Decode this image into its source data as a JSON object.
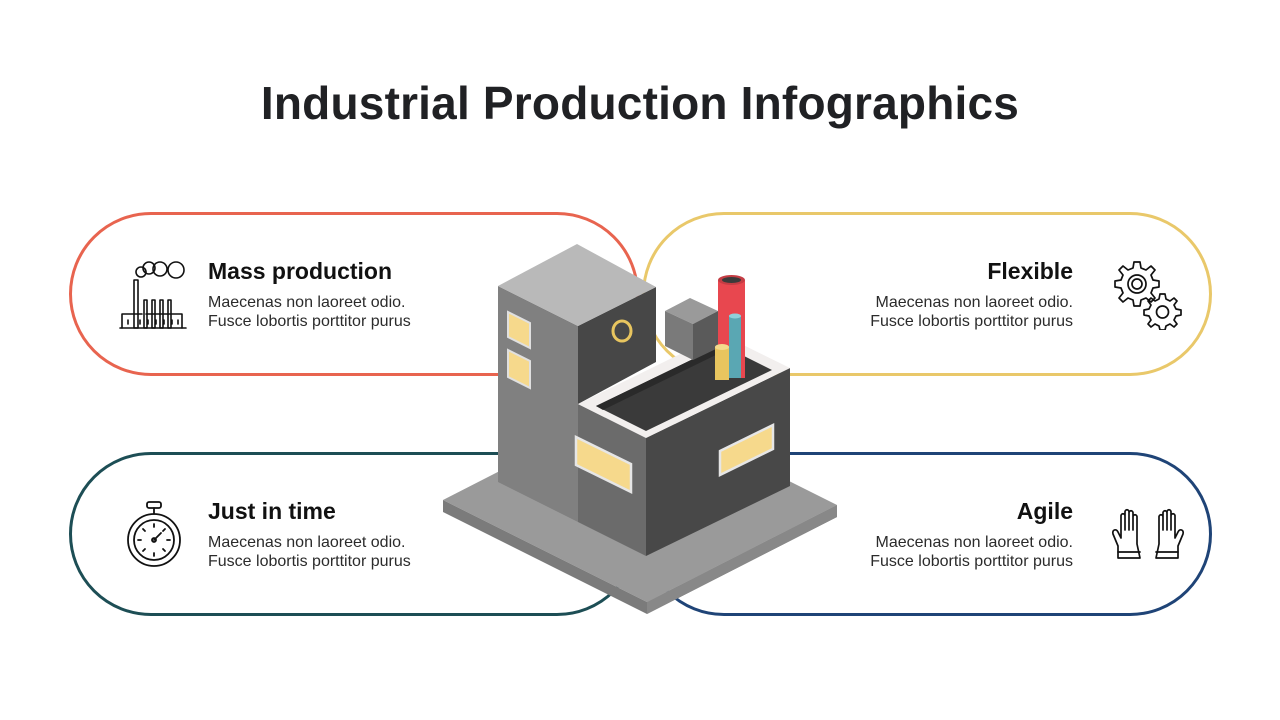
{
  "title": "Industrial Production Infographics",
  "colors": {
    "mass_production": "#e8644f",
    "flexible": "#e9c86a",
    "just_in_time": "#1d4e55",
    "agile": "#1f4477",
    "text": "#111111"
  },
  "cards": [
    {
      "id": "mass-production",
      "heading": "Mass production",
      "line1": "Maecenas non laoreet odio.",
      "line2": "Fusce lobortis porttitor purus",
      "icon": "factory-icon"
    },
    {
      "id": "flexible",
      "heading": "Flexible",
      "line1": "Maecenas non laoreet odio.",
      "line2": "Fusce lobortis porttitor purus",
      "icon": "gears-icon"
    },
    {
      "id": "just-in-time",
      "heading": "Just in time",
      "line1": "Maecenas non laoreet odio.",
      "line2": "Fusce lobortis porttitor purus",
      "icon": "stopwatch-icon"
    },
    {
      "id": "agile",
      "heading": "Agile",
      "line1": "Maecenas non laoreet odio.",
      "line2": "Fusce lobortis porttitor purus",
      "icon": "gloves-icon"
    }
  ],
  "illustration": "isometric-factory-building"
}
